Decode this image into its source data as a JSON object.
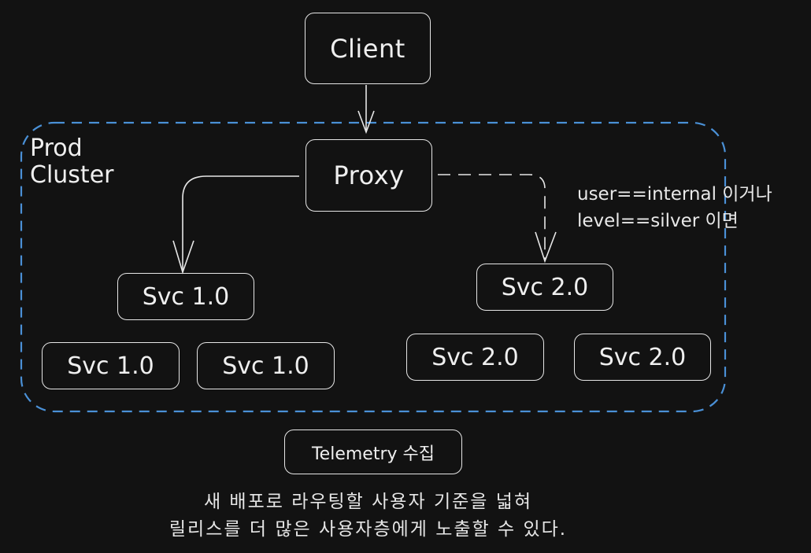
{
  "diagram": {
    "nodes": {
      "client": "Client",
      "proxy": "Proxy",
      "cluster": "Prod\nCluster",
      "svc1_a": "Svc 1.0",
      "svc1_b": "Svc 1.0",
      "svc1_c": "Svc 1.0",
      "svc2_a": "Svc 2.0",
      "svc2_b": "Svc 2.0",
      "svc2_c": "Svc 2.0",
      "telemetry": "Telemetry 수집"
    },
    "condition": {
      "line1": "user==internal 이거나",
      "line2": "level==silver 이면"
    },
    "caption": {
      "line1": "새 배포로 라우팅할 사용자 기준을 넓혀",
      "line2": "릴리스를 더 많은 사용자층에게 노출할 수 있다."
    },
    "colors": {
      "background": "#121212",
      "stroke": "#e6e6e6",
      "cluster_border": "#4a90d6"
    },
    "edges": [
      {
        "from": "Client",
        "to": "Proxy",
        "style": "solid"
      },
      {
        "from": "Proxy",
        "to": "Svc 1.0",
        "style": "solid"
      },
      {
        "from": "Proxy",
        "to": "Svc 2.0",
        "style": "dashed"
      }
    ]
  }
}
